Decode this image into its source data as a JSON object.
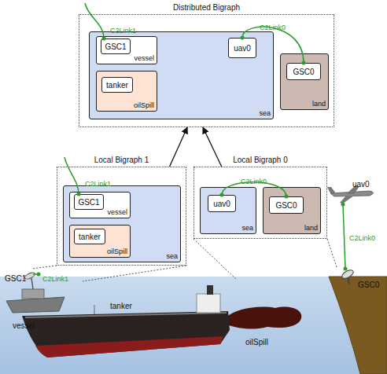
{
  "diagram": {
    "nodes": [
      {
        "text": [
          "Distributed Bigraph"
        ]
      },
      {
        "text": [
          "sea"
        ],
        "in": 0
      },
      {
        "text": [
          "vessel"
        ],
        "in": 1
      },
      {
        "text": [
          "GSC1"
        ],
        "in": 2
      },
      {
        "text": [
          "uav0"
        ],
        "in": 1
      },
      {
        "text": [
          "oilSpill"
        ],
        "in": 1
      },
      {
        "text": [
          "tanker"
        ],
        "in": 5
      },
      {
        "text": [
          "land"
        ],
        "in": 0
      },
      {
        "text": [
          "GSC0"
        ],
        "in": 7
      },
      {
        "text": [
          "Local Bigraph 1"
        ]
      },
      {
        "text": [
          "sea"
        ],
        "in": 9
      },
      {
        "text": [
          "vessel"
        ],
        "in": 10
      },
      {
        "text": [
          "GSC1"
        ],
        "in": 11
      },
      {
        "text": [
          "oilSpill"
        ],
        "in": 10
      },
      {
        "text": [
          "tanker"
        ],
        "in": 13
      },
      {
        "text": [
          "Local Bigraph 0"
        ]
      },
      {
        "text": [
          "sea"
        ],
        "in": 15
      },
      {
        "text": [
          "uav0"
        ],
        "in": 16
      },
      {
        "text": [
          "land"
        ],
        "in": 15
      },
      {
        "text": [
          "GSC0"
        ],
        "in": 18
      }
    ],
    "edges": [
      {
        "from": 4,
        "to": 8,
        "label": "C2Link0",
        "arrow": "none"
      },
      {
        "from": 17,
        "to": 19,
        "label": "C2Link0",
        "arrow": "none"
      },
      {
        "from": 9,
        "to": 0,
        "arrow": "to"
      },
      {
        "from": 15,
        "to": 0,
        "arrow": "to"
      }
    ],
    "labels": [
      "C2Link1",
      "C2Link1",
      "GSC1",
      "C2Link1",
      "vessel",
      "tanker",
      "oilSpill",
      "uav0",
      "C2Link0",
      "GSC0"
    ]
  }
}
